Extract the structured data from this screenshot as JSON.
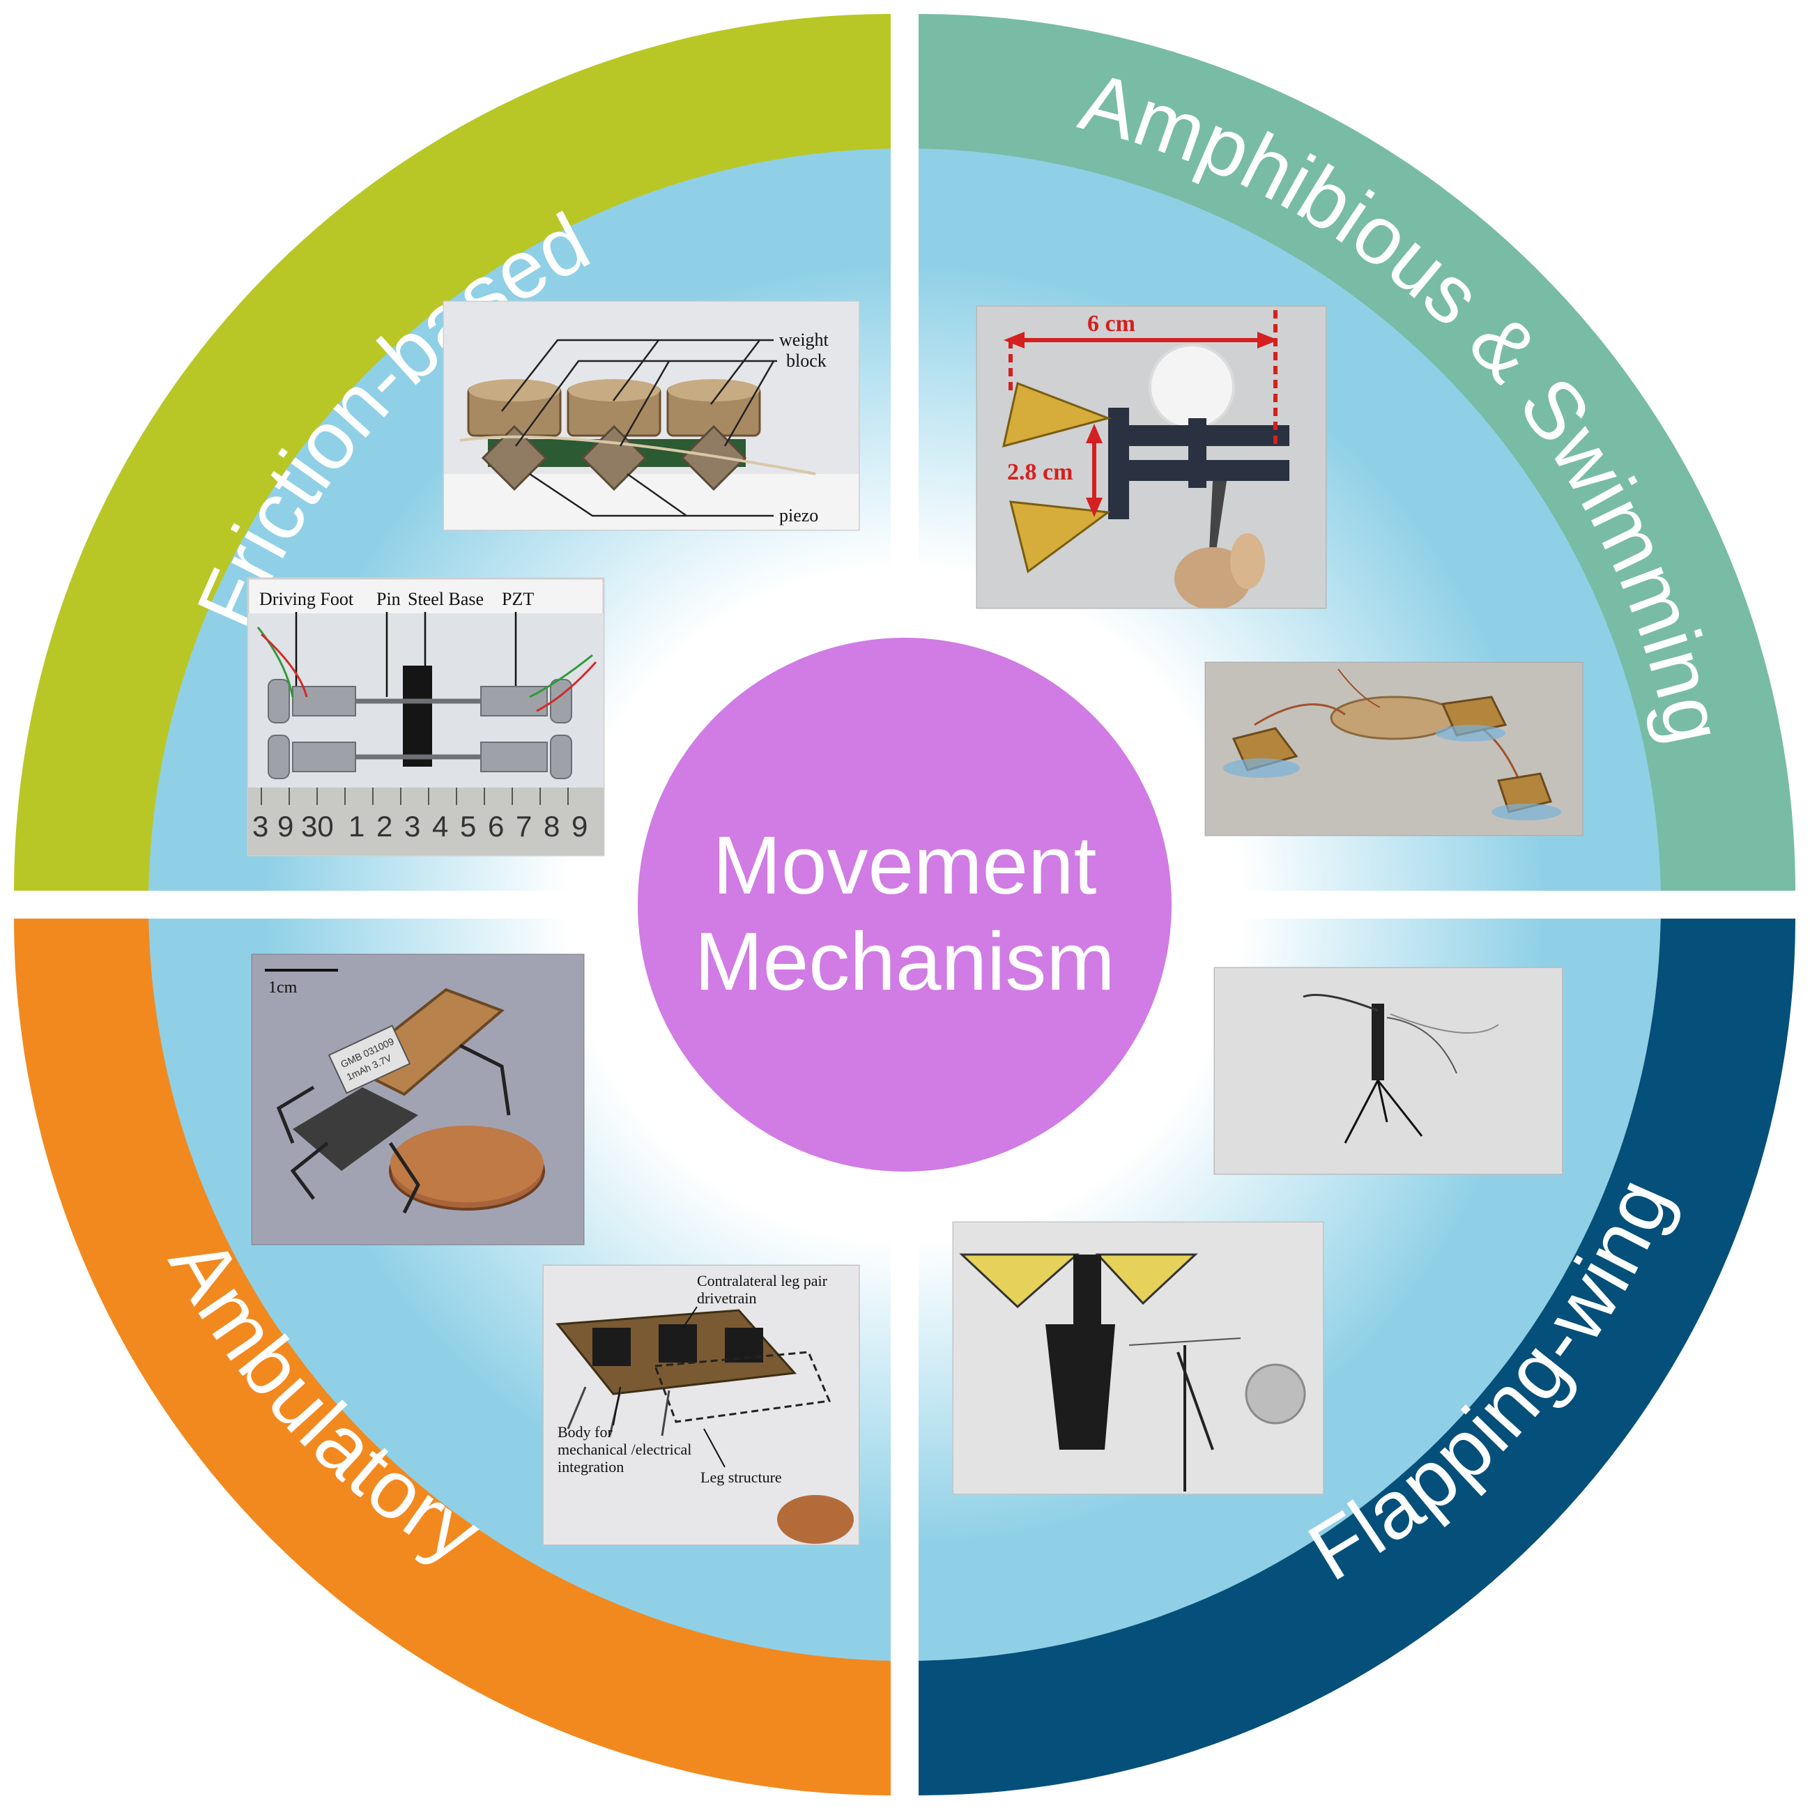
{
  "center": {
    "line1": "Movement",
    "line2": "Mechanism"
  },
  "sectors": {
    "friction": {
      "label": "Friction-based",
      "color": "#b9c726"
    },
    "amphibious": {
      "label": "Amphibious & Swimming",
      "color": "#78bca5"
    },
    "ambulatory": {
      "label": "Ambulatory",
      "color": "#f2891f"
    },
    "flapping": {
      "label": "Flapping-wing",
      "color": "#05507a"
    }
  },
  "inner_color": "#8fd0e6",
  "center_color": "#d07ce4",
  "photos": {
    "friction_top": {
      "weight": "weight",
      "block": "block",
      "piezo": "piezo"
    },
    "friction_bottom": {
      "driving_foot": "Driving Foot",
      "pin": "Pin",
      "steel_base": "Steel Base",
      "pzt": "PZT",
      "ruler": [
        "3",
        "9",
        "30",
        "1",
        "2",
        "3",
        "4",
        "5",
        "6",
        "7",
        "8",
        "9"
      ]
    },
    "amphibious_top": {
      "width": "6 cm",
      "height": "2.8 cm"
    },
    "ambulatory_top": {
      "scale": "1cm",
      "chip_text1": "GMB 031009",
      "chip_text2": "1mAh 3.7V"
    },
    "ambulatory_bottom": {
      "leg_pair_1": "Contralateral leg pair",
      "leg_pair_2": "drivetrain",
      "body_1": "Body for",
      "body_2": "mechanical /electrical",
      "body_3": "integration",
      "leg_structure": "Leg structure"
    }
  }
}
